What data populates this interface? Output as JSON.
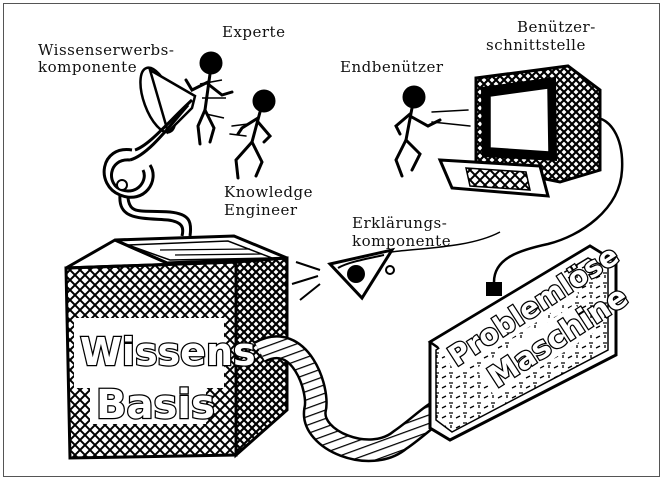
{
  "labels": {
    "experte": "Experte",
    "wissenserwerb_1": "Wissenserwerbs-",
    "wissenserwerb_2": "komponente",
    "knowledge_1": "Knowledge",
    "knowledge_2": "Engineer",
    "endbenutzer": "Endbenützer",
    "benutzer_1": "Benützer-",
    "benutzer_2": "schnittstelle",
    "erklaerung_1": "Erklärungs-",
    "erklaerung_2": "komponente"
  },
  "box": {
    "line1": "Wissens",
    "line2": "Basis"
  },
  "machine": {
    "line1": "Problemlöse",
    "line2": "Maschine"
  }
}
